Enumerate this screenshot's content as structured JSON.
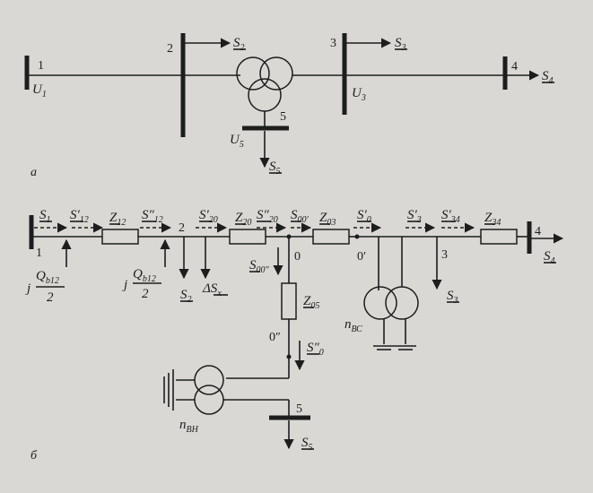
{
  "part_a": {
    "caption": "а",
    "nodes": {
      "n1": "1",
      "n2": "2",
      "n3": "3",
      "n4": "4",
      "n5": "5"
    },
    "voltages": {
      "u1": {
        "main": "U",
        "sub": "1"
      },
      "u3": {
        "main": "U",
        "sub": "3"
      },
      "u5": {
        "main": "U",
        "sub": "5"
      }
    },
    "loads": {
      "s2": {
        "main": "S",
        "sub": "2"
      },
      "s3": {
        "main": "S",
        "sub": "3"
      },
      "s4": {
        "main": "S",
        "sub": "4"
      },
      "s5": {
        "main": "S",
        "sub": "5"
      }
    }
  },
  "part_b": {
    "caption": "б",
    "nodes": {
      "n1": "1",
      "n2": "2",
      "n0": "0",
      "n0p": "0′",
      "n0pp": "0″",
      "n3": "3",
      "n4": "4",
      "n5": "5"
    },
    "flows": {
      "s1": {
        "main": "S",
        "sub": "1"
      },
      "s12p": {
        "main": "S′",
        "sub": "12"
      },
      "s12pp": {
        "main": "S″",
        "sub": "12"
      },
      "s20p": {
        "main": "S′",
        "sub": "20"
      },
      "s20pp": {
        "main": "S″",
        "sub": "20"
      },
      "s00p": {
        "main": "S",
        "sub": "00′"
      },
      "s0p": {
        "main": "S′",
        "sub": "0"
      },
      "s3p": {
        "main": "S′",
        "sub": "3"
      },
      "s34p": {
        "main": "S′",
        "sub": "34"
      },
      "s00pp": {
        "main": "S",
        "sub": "00″"
      },
      "s0pp": {
        "main": "S″",
        "sub": "0"
      }
    },
    "impedances": {
      "z12": {
        "main": "Z",
        "sub": "12"
      },
      "z20": {
        "main": "Z",
        "sub": "20"
      },
      "z03": {
        "main": "Z",
        "sub": "03"
      },
      "z34": {
        "main": "Z",
        "sub": "34"
      },
      "z05": {
        "main": "Z",
        "sub": "05"
      }
    },
    "loads": {
      "s2": {
        "main": "S",
        "sub": "2"
      },
      "dsx": {
        "main": "ΔS",
        "sub": "x"
      },
      "s3": {
        "main": "S",
        "sub": "3"
      },
      "s4": {
        "main": "S",
        "sub": "4"
      },
      "s5": {
        "main": "S",
        "sub": "5"
      }
    },
    "charging": {
      "qb12_left": {
        "prefix": "j",
        "num": "Q",
        "num_sub": "b12",
        "den": "2"
      },
      "qb12_right": {
        "prefix": "j",
        "num": "Q",
        "num_sub": "b12",
        "den": "2"
      }
    },
    "ratios": {
      "nvs": {
        "main": "n",
        "sub": "ВС"
      },
      "nvn": {
        "main": "n",
        "sub": "ВН"
      }
    }
  }
}
